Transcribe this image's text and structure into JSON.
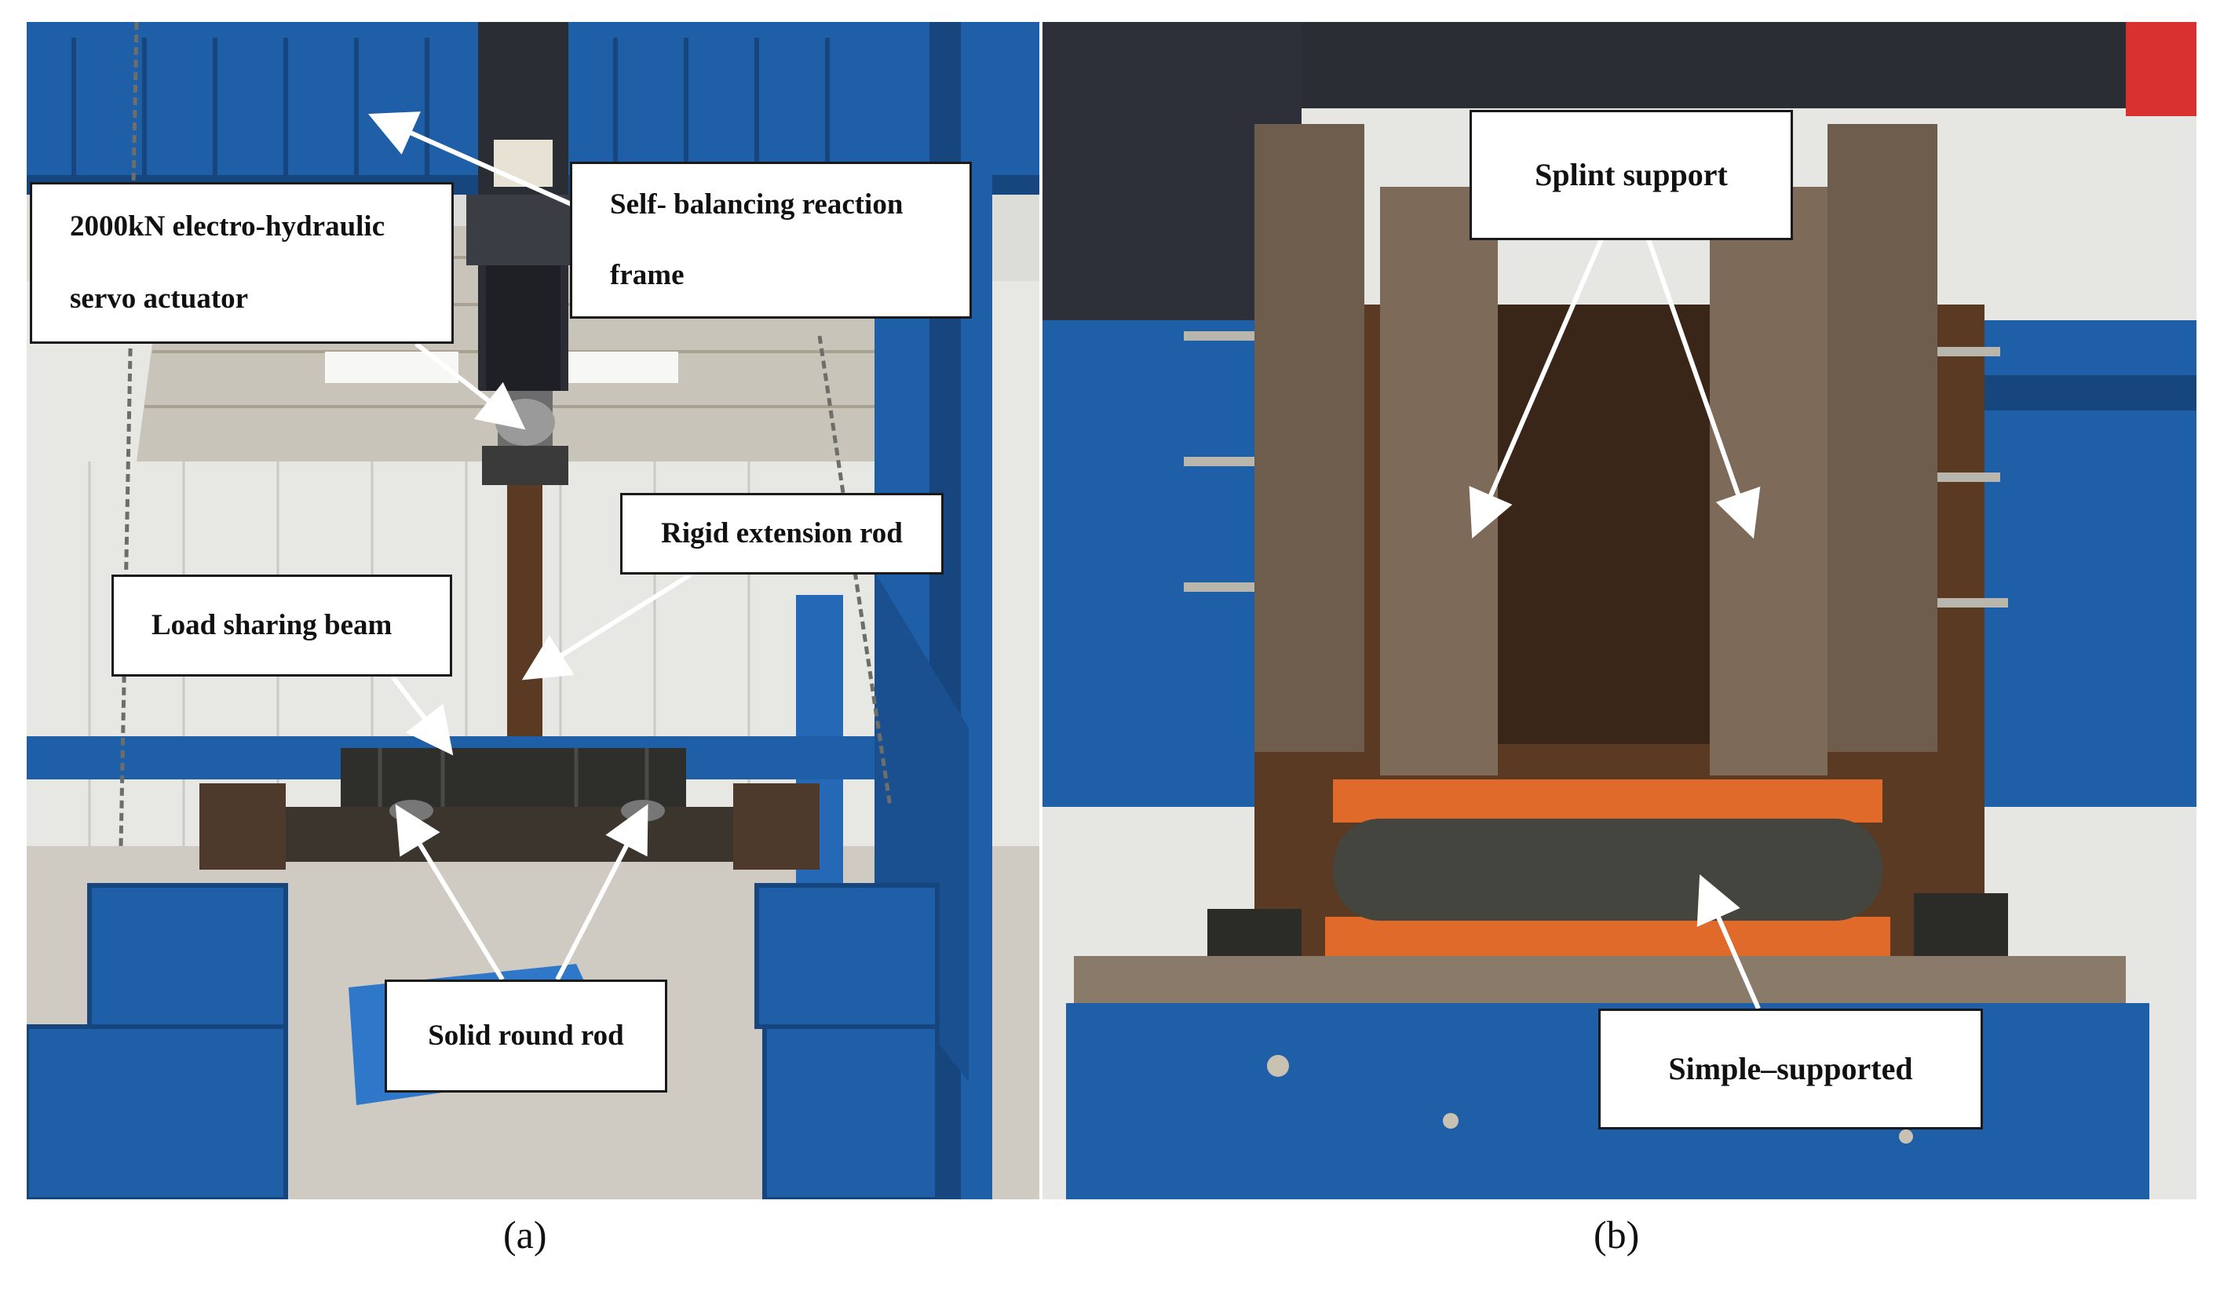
{
  "panels": {
    "a": {
      "caption": "(a)",
      "labels": {
        "reaction_frame_line1": "Self- balancing reaction",
        "reaction_frame_line2": "frame",
        "actuator_line1": "2000kN electro-hydraulic",
        "actuator_line2": "servo actuator",
        "extension_rod": "Rigid extension rod",
        "sharing_beam": "Load sharing beam",
        "round_rod": "Solid round rod"
      }
    },
    "b": {
      "caption": "(b)",
      "labels": {
        "splint_support": "Splint support",
        "simple_supported": "Simple–supported"
      }
    }
  },
  "colors": {
    "frame_blue": "#1f5fa8",
    "dark_blue": "#17457d",
    "steel_dark": "#2e2e2a",
    "rust": "#5b3a24",
    "orange": "#e06a2a",
    "floor": "#cfcac2",
    "wall": "#e6e6e3"
  }
}
